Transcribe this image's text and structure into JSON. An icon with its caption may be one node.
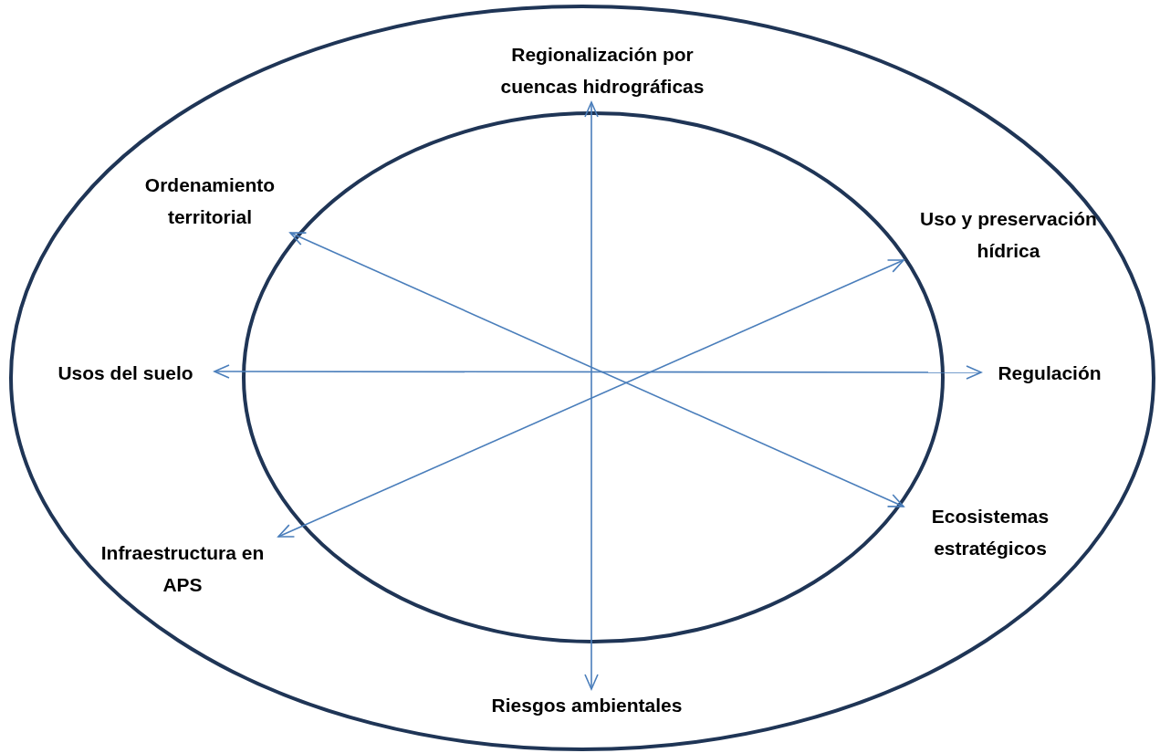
{
  "diagram": {
    "nodes": [
      {
        "text": [],
        "shape": "ellipse"
      },
      {
        "text": [
          "Regionalización por cuencas hidrográficas"
        ],
        "in": 0
      },
      {
        "text": [
          "Ordenamiento territorial"
        ],
        "in": 0
      },
      {
        "text": [
          "Uso y preservación hídrica"
        ],
        "in": 0
      },
      {
        "text": [
          "Usos del suelo"
        ],
        "in": 0
      },
      {
        "text": [
          "Regulación"
        ],
        "in": 0
      },
      {
        "text": [
          "Infraestructura en APS"
        ],
        "in": 0
      },
      {
        "text": [
          "Ecosistemas estratégicos"
        ],
        "in": 0
      },
      {
        "text": [
          "Riesgos ambientales"
        ],
        "in": 0
      }
    ],
    "edges": [
      {
        "from": 1,
        "to": 8,
        "arrow": "both"
      },
      {
        "from": 2,
        "to": 7,
        "arrow": "both"
      },
      {
        "from": 3,
        "to": 6,
        "arrow": "both"
      },
      {
        "from": 4,
        "to": 5,
        "arrow": "both"
      }
    ]
  }
}
